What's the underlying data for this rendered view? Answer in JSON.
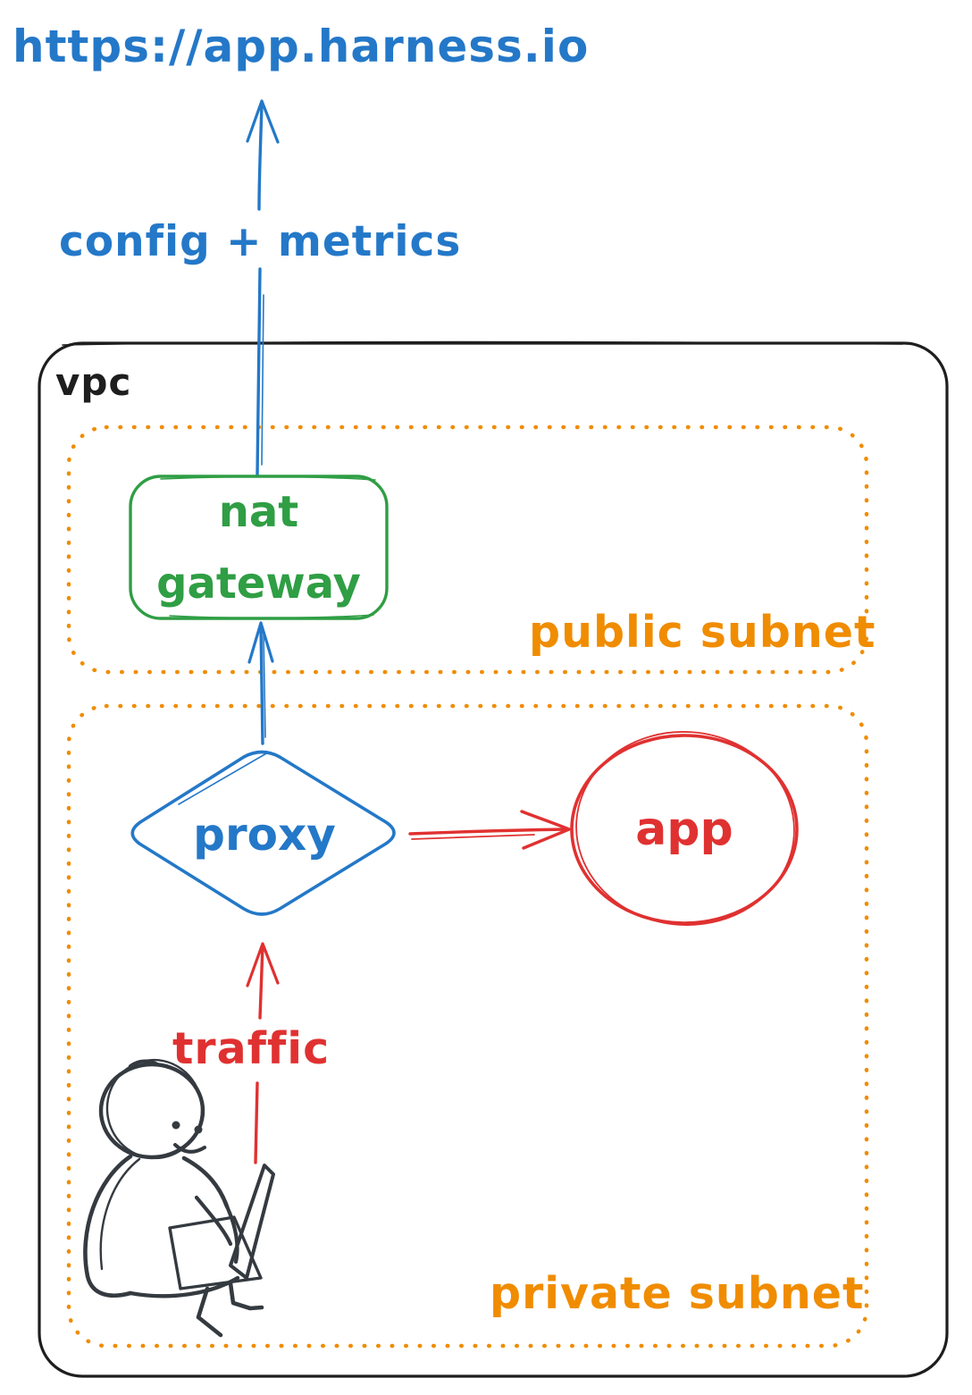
{
  "diagram": {
    "url": "https://app.harness.io",
    "config_metrics": "config + metrics",
    "vpc_label": "vpc",
    "public_subnet_label": "public subnet",
    "private_subnet_label": "private subnet",
    "nat_gateway": {
      "line1": "nat",
      "line2": "gateway"
    },
    "proxy_label": "proxy",
    "app_label": "app",
    "traffic_label": "traffic",
    "icons": {
      "person": "person-with-laptop-sketch"
    },
    "colors": {
      "blue": "#2478c8",
      "green": "#2f9e44",
      "orange": "#f08c00",
      "red": "#e03131",
      "ink": "#1e1e1e",
      "person": "#343a40",
      "hatch": "#aab1c0"
    }
  }
}
